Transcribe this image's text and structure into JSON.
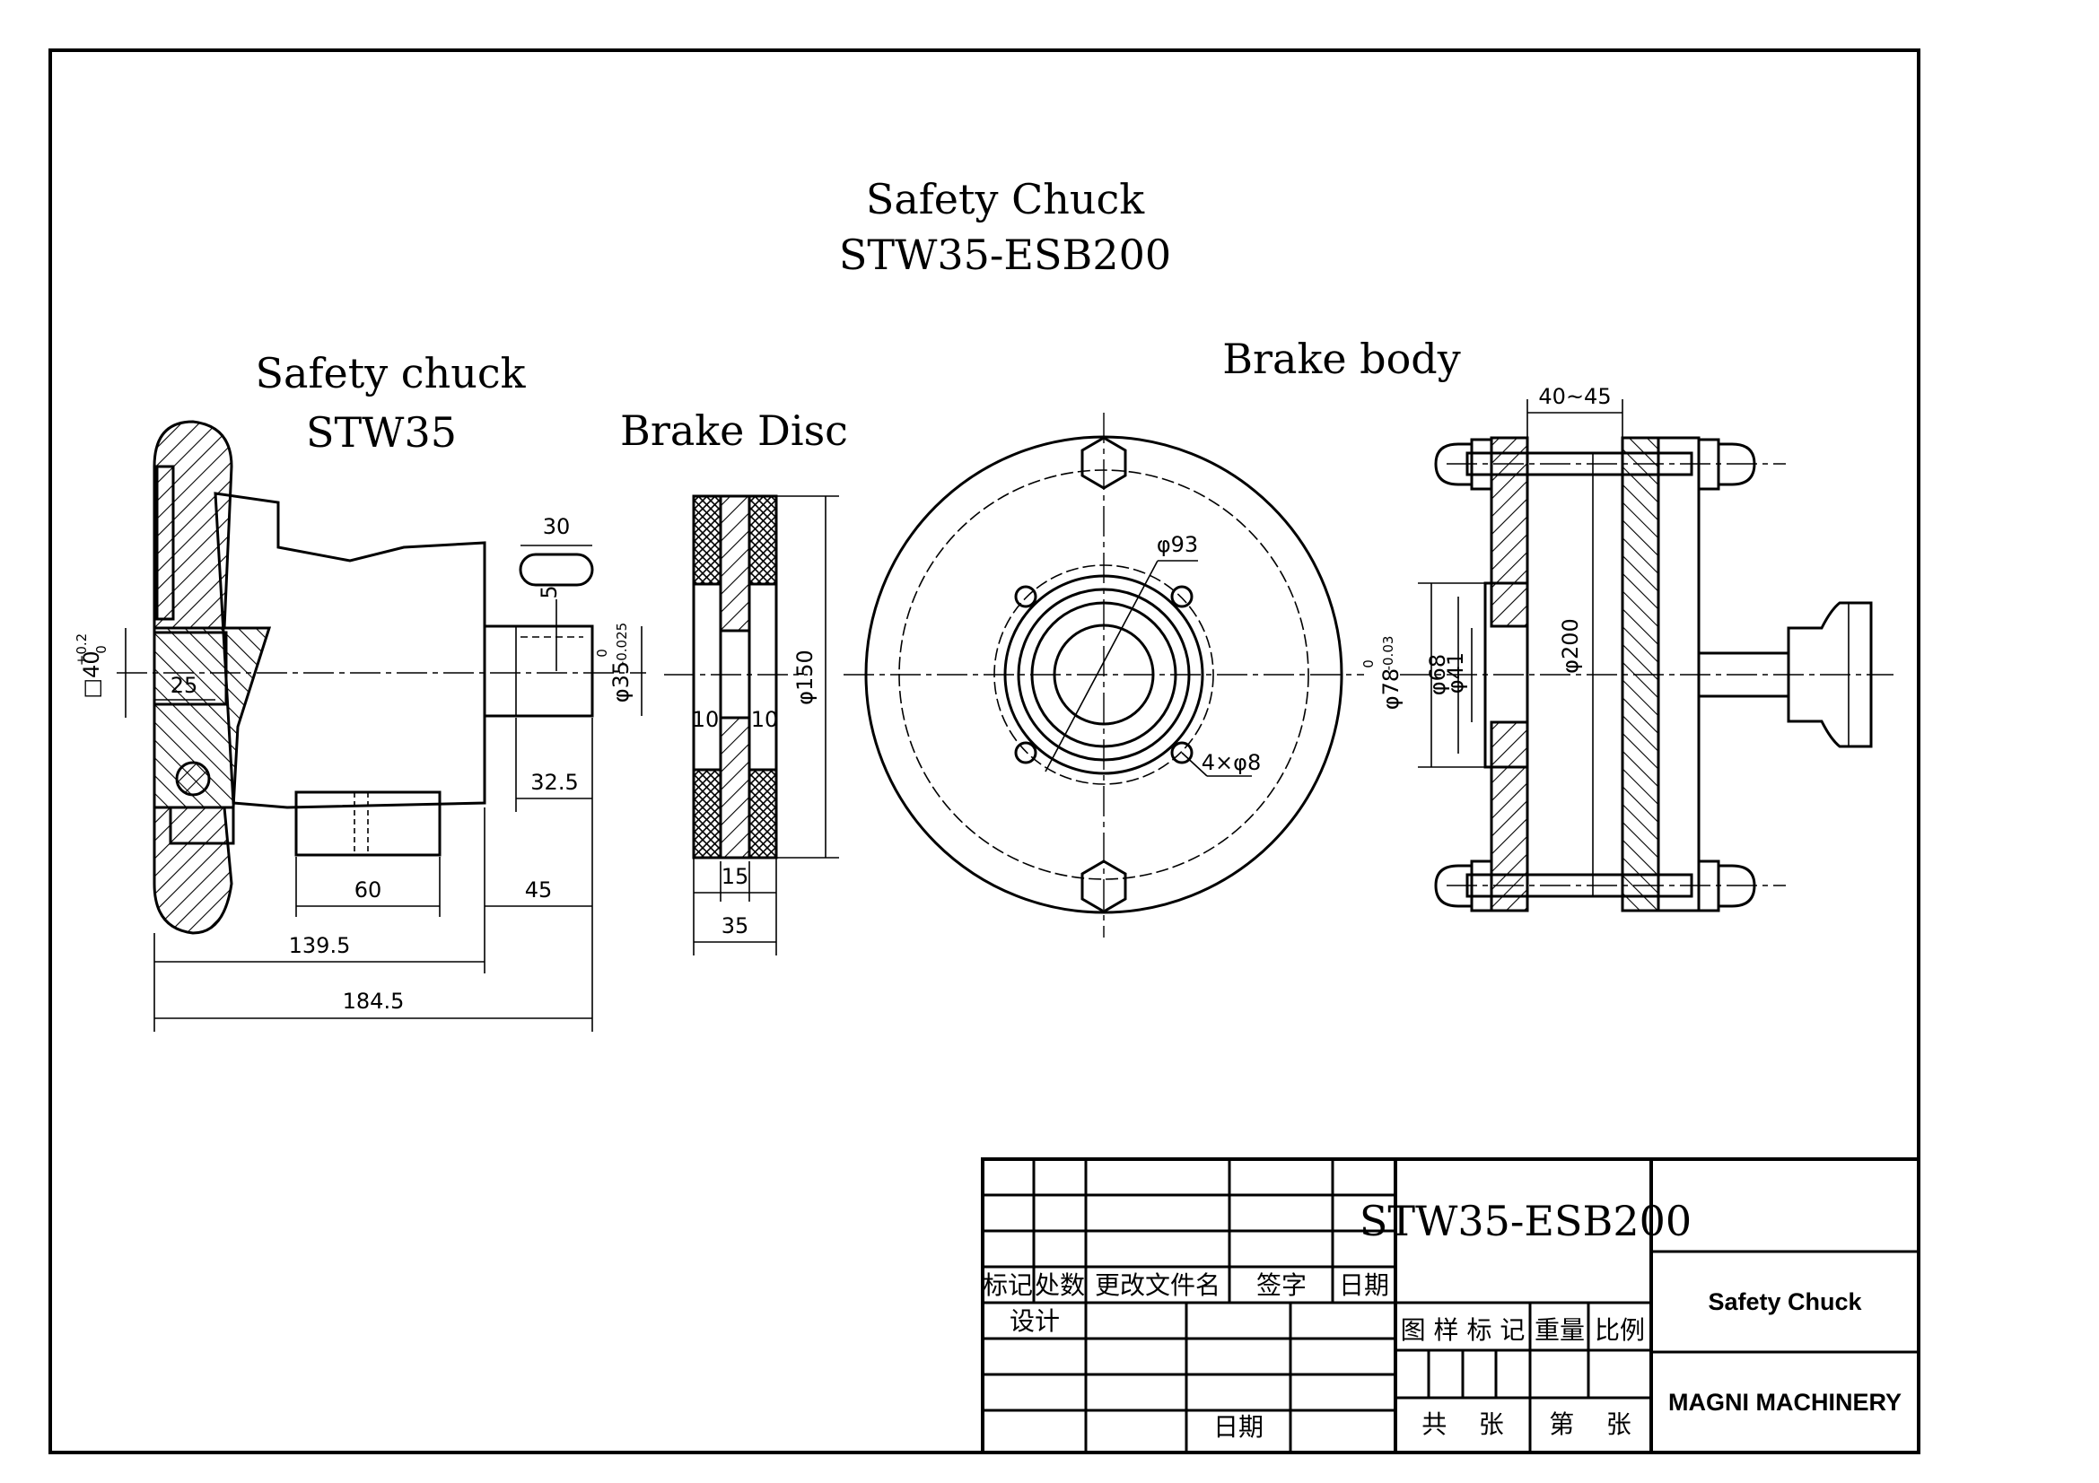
{
  "title": {
    "line1": "Safety Chuck",
    "line2": "STW35-ESB200"
  },
  "views": {
    "chuck": {
      "line1": "Safety chuck",
      "line2": "STW35"
    },
    "disc": {
      "label": "Brake Disc"
    },
    "body": {
      "label": "Brake body"
    }
  },
  "dims": {
    "chuck": {
      "d30": "30",
      "d5": "5",
      "d25": "25",
      "d32_5": "32.5",
      "d60": "60",
      "d45": "45",
      "d139_5": "139.5",
      "d184_5": "184.5",
      "sq40": "□40",
      "sq40_tol_up": "+0.2",
      "sq40_tol_lo": "0",
      "phi35": "φ35",
      "phi35_tol_up": "0",
      "phi35_tol_lo": "-0.025"
    },
    "disc": {
      "d10a": "10",
      "d10b": "10",
      "phi150": "φ150",
      "d15": "15",
      "d35": "35"
    },
    "face": {
      "phi93": "φ93",
      "holes": "4×φ8"
    },
    "body": {
      "d40_45": "40~45",
      "phi200": "φ200",
      "phi78": "φ78",
      "phi78_tol_up": "0",
      "phi78_tol_lo": "-0.03",
      "phi68": "φ68",
      "phi41": "φ41"
    }
  },
  "titleblock": {
    "drawing_no": "STW35-ESB200",
    "name": "Safety Chuck",
    "company": "MAGNI MACHINERY",
    "col_mark": "标记",
    "col_place": "处数",
    "col_doc": "更改文件名",
    "col_sign": "签字",
    "col_date": "日期",
    "design": "设计",
    "date2": "日期",
    "pattern_mark": "图 样 标 记",
    "weight": "重量",
    "scale": "比例",
    "total": "共    张",
    "sheet": "第    张"
  }
}
